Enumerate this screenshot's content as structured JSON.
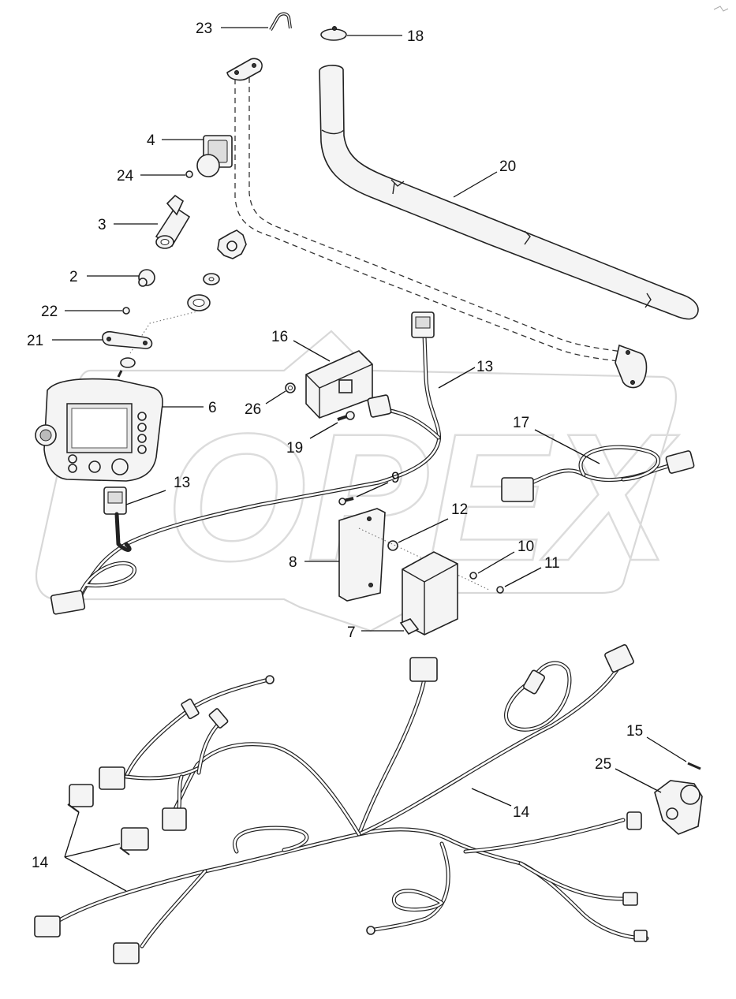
{
  "watermark": {
    "text": "OPEX"
  },
  "labels": {
    "l23": "23",
    "l18": "18",
    "l4": "4",
    "l24": "24",
    "l20": "20",
    "l3": "3",
    "l2": "2",
    "l22": "22",
    "l21": "21",
    "l16": "16",
    "l13a": "13",
    "l6": "6",
    "l26": "26",
    "l19": "19",
    "l17": "17",
    "l13b": "13",
    "l9": "9",
    "l12": "12",
    "l8": "8",
    "l10": "10",
    "l11": "11",
    "l7": "7",
    "l15": "15",
    "l25": "25",
    "l14a": "14",
    "l14b": "14"
  }
}
